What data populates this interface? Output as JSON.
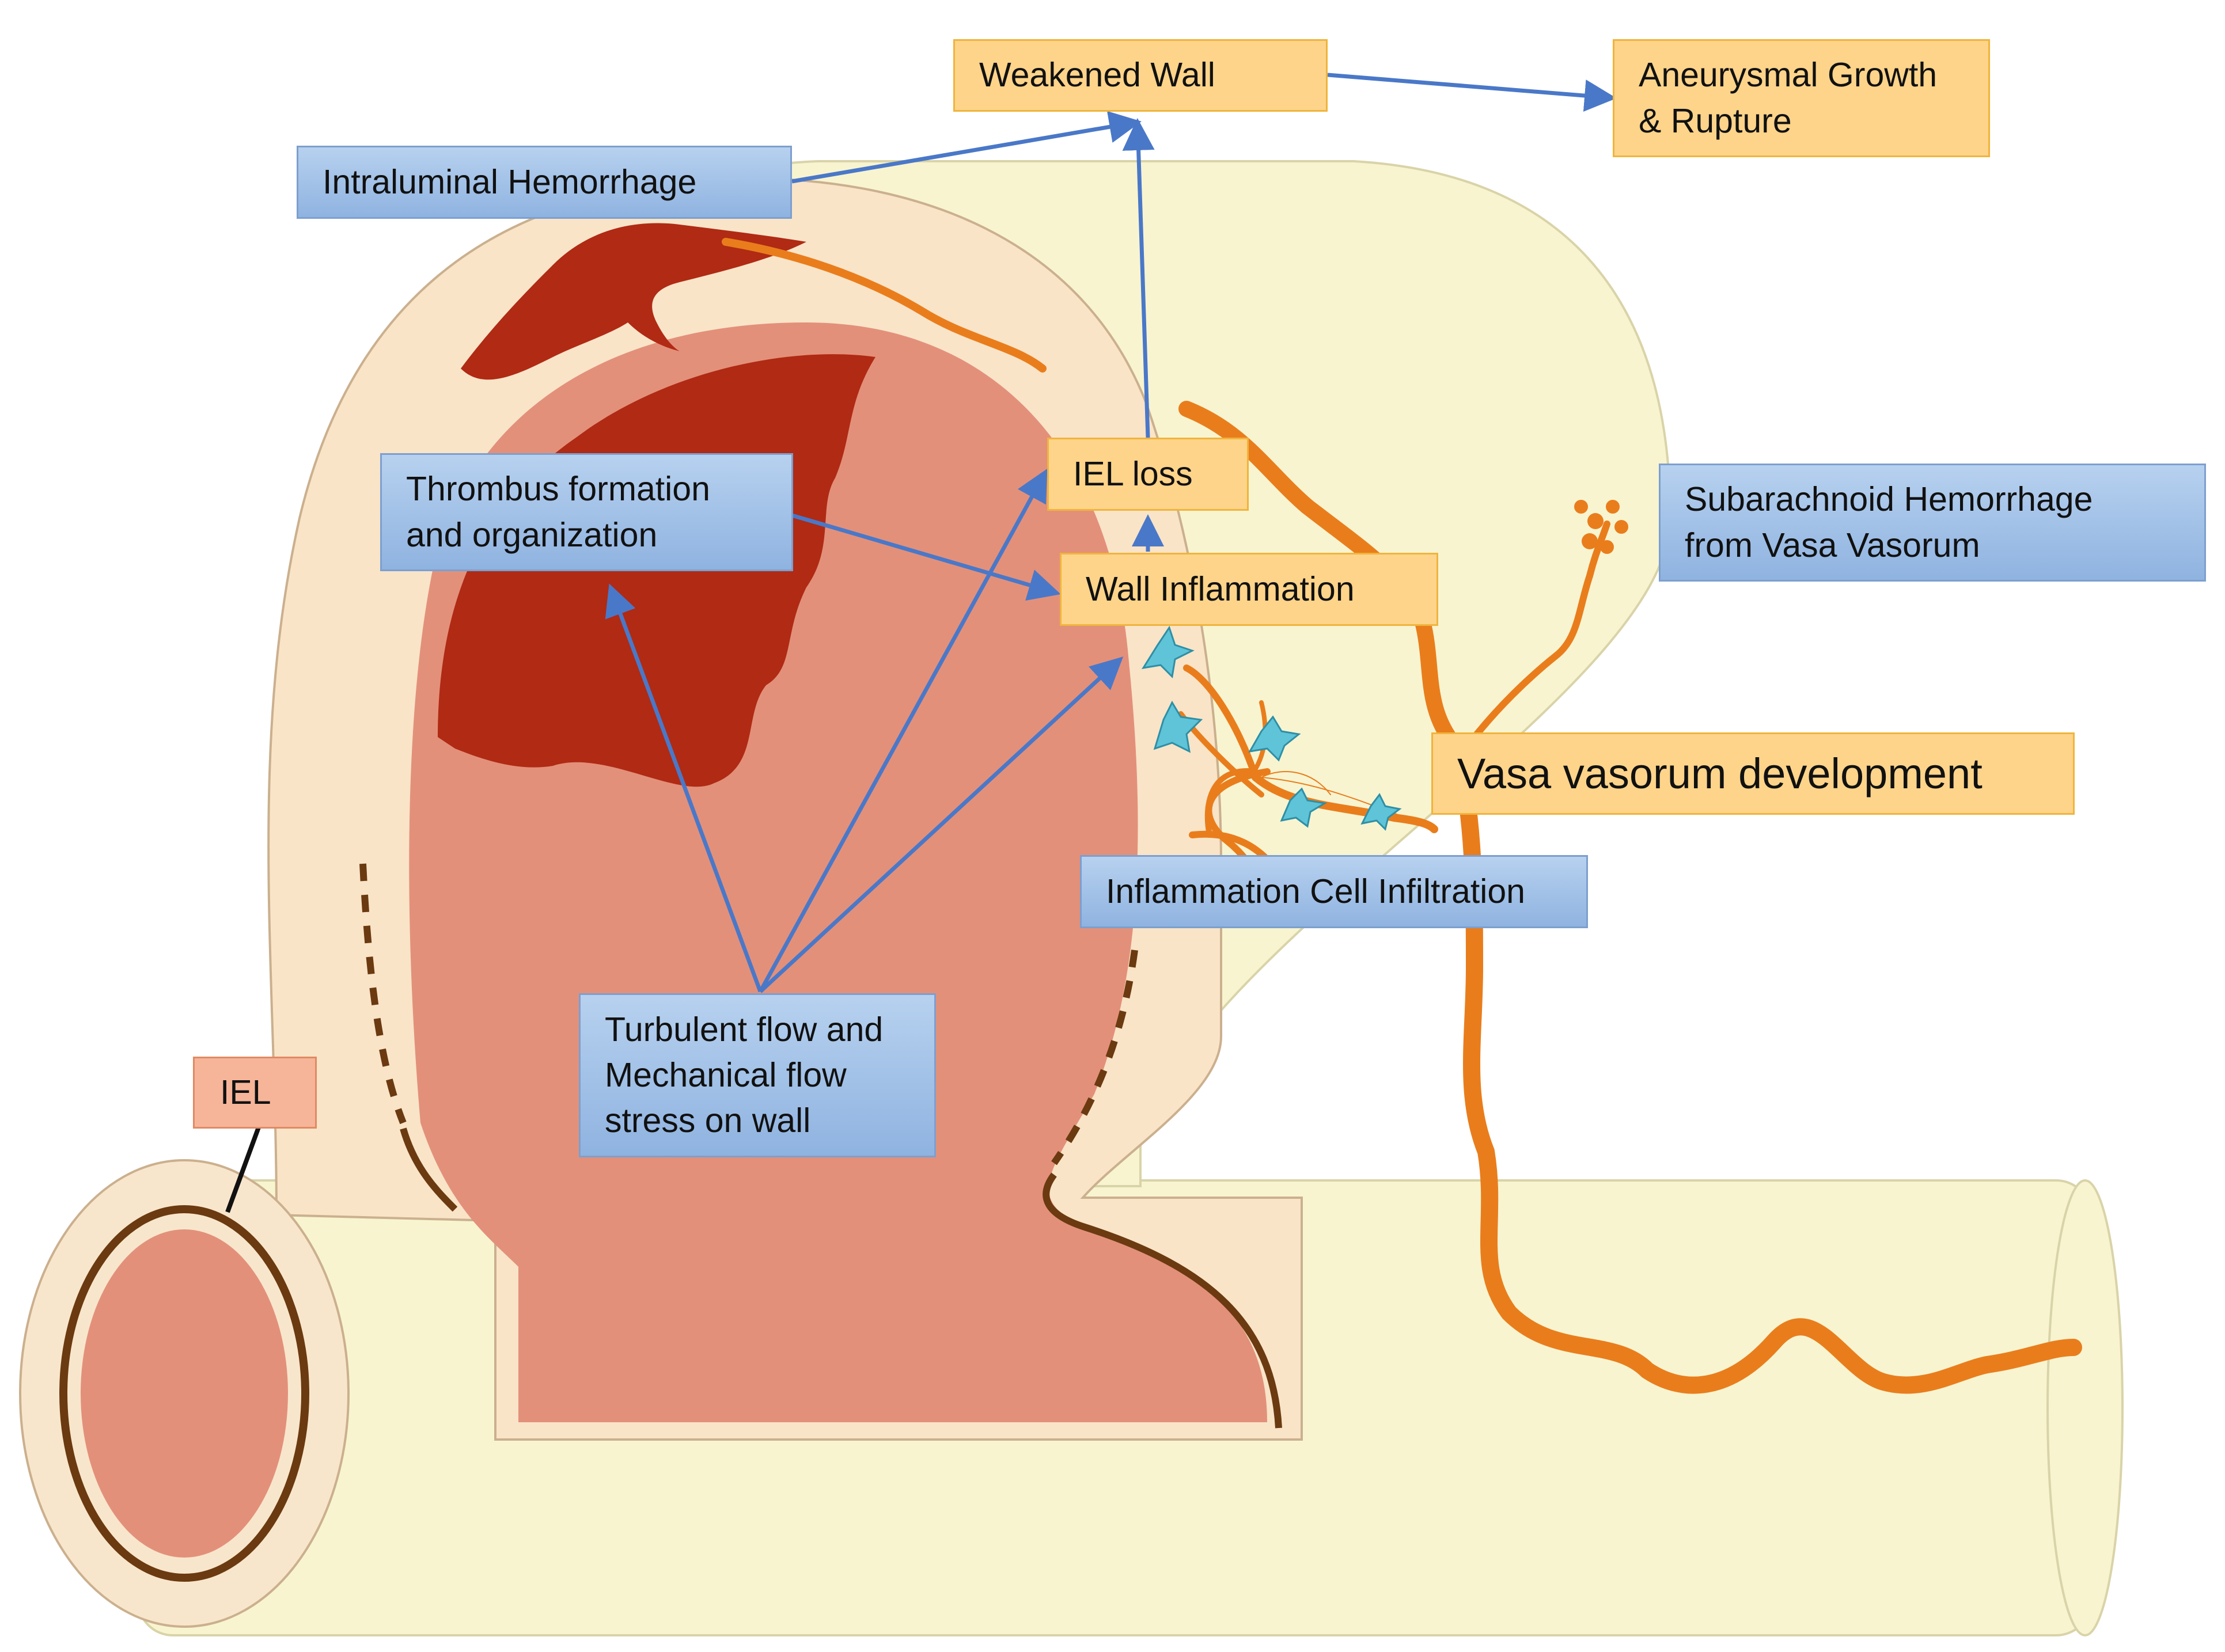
{
  "labels": {
    "weakened_wall": "Weakened Wall",
    "aneurysmal_growth": [
      "Aneurysmal Growth",
      "& Rupture"
    ],
    "intraluminal_hemorrhage": "Intraluminal Hemorrhage",
    "thrombus_formation": [
      "Thrombus formation",
      "and organization"
    ],
    "iel_loss": "IEL loss",
    "wall_inflammation": "Wall Inflammation",
    "subarachnoid_hemorrhage": [
      "Subarachnoid Hemorrhage",
      "from Vasa Vasorum"
    ],
    "vasa_vasorum_development": "Vasa vasorum development",
    "inflammation_cell_infiltration": "Inflammation Cell Infiltration",
    "turbulent_flow": [
      "Turbulent flow and",
      "Mechanical flow",
      "stress on wall"
    ],
    "iel": "IEL"
  },
  "colors": {
    "vessel_adventitia": "#f8f4d0",
    "vessel_wall": "#f9e4c8",
    "lumen": "#e3907a",
    "thrombus": "#b02a14",
    "vasa_vasorum": "#e97d1c",
    "iel_line": "#6b3a10",
    "arrow": "#4a78c8",
    "inflammatory_cell": "#5fc4d8"
  }
}
